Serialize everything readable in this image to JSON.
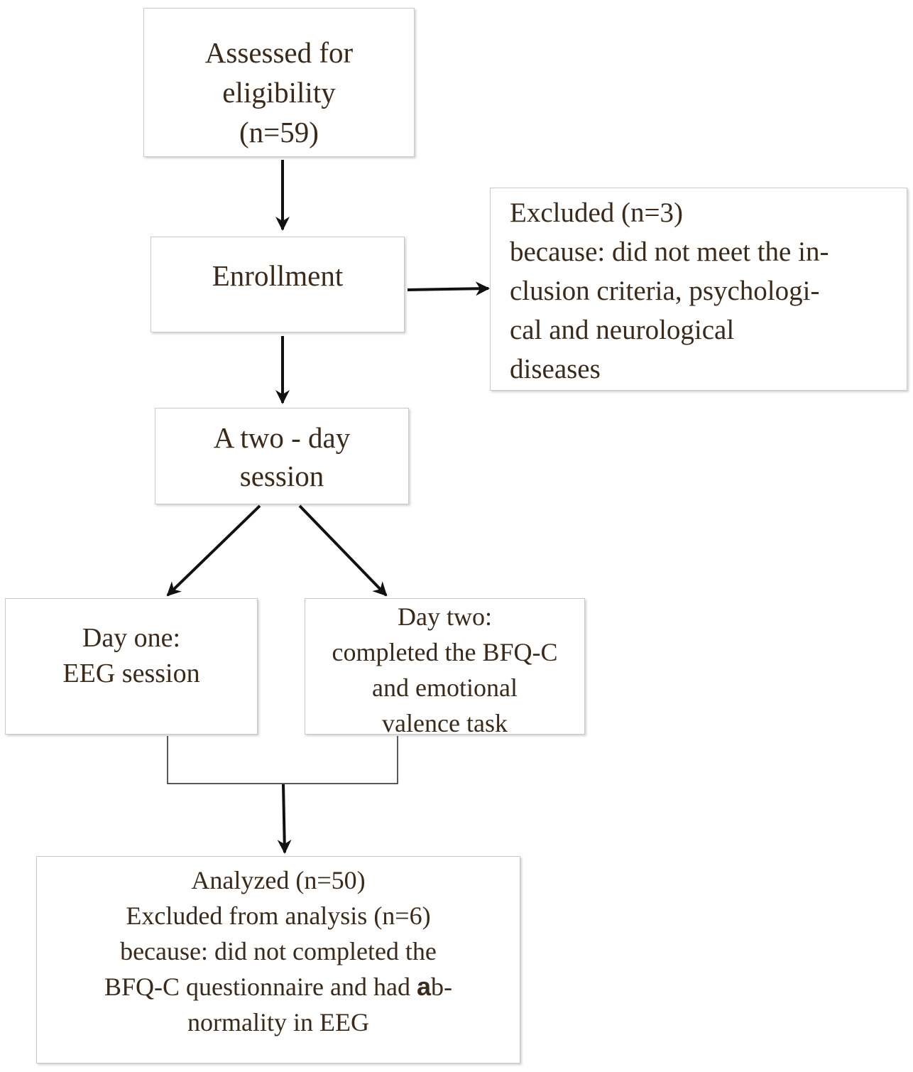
{
  "boxes": {
    "assessed": {
      "lines": [
        "Assessed for",
        "eligibility",
        "(n=59)"
      ]
    },
    "enrollment": {
      "lines": [
        "Enrollment"
      ]
    },
    "excluded": {
      "lines": [
        "Excluded (n=3)",
        "because: did not meet the in-",
        "clusion criteria, psychologi-",
        "cal and neurological",
        "diseases"
      ]
    },
    "session": {
      "lines": [
        "A two - day",
        "session"
      ]
    },
    "day_one": {
      "lines": [
        "Day one:",
        "EEG session"
      ]
    },
    "day_two": {
      "lines": [
        "Day two:",
        "completed the BFQ-C",
        "and emotional",
        "valence task"
      ]
    },
    "analyzed": {
      "lines": [
        "Analyzed (n=50)",
        "Excluded from analysis (n=6)",
        "because: did not completed the"
      ],
      "line4_pre": "BFQ-C questionnaire and had ",
      "line4_bold": "a",
      "line4_post": "b-",
      "line5": "normality in EEG"
    }
  }
}
